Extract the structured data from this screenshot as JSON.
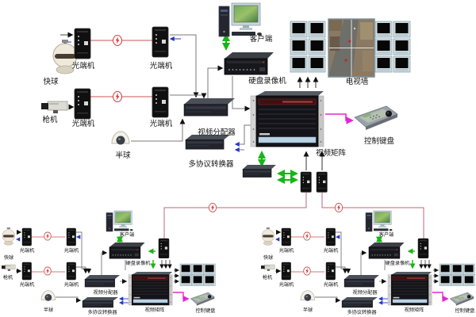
{
  "diagram": {
    "type": "cctv-surveillance-network-topology",
    "colors": {
      "fiber_link": "#d87878",
      "fiber_trunk": "#b86878",
      "network_green": "#17b517",
      "control_blue": "#2438c8",
      "keyboard_magenta": "#e625d2",
      "wire_gray": "#787878",
      "device_black": "#141418",
      "monitor_frame": "#cfdde2",
      "matrix_stripe_red": "#401010",
      "matrix_stripe_blue": "#b9d2e4"
    }
  },
  "main": {
    "speed_dome": "快球",
    "optical_tx_1": "光端机",
    "optical_tx_2": "光端机",
    "gun_camera": "枪机",
    "optical_tx_3": "光端机",
    "optical_tx_4": "光端机",
    "half_dome": "半球",
    "client": "客户端",
    "dvr": "硬盘录像机",
    "tv_wall": "电视墙",
    "distributor": "视频分配器",
    "converter": "多协议转换器",
    "matrix": "视频矩阵",
    "keyboard": "控制键盘"
  },
  "sub_left": {
    "speed_dome": "快球",
    "optical_tx_1": "光端机",
    "optical_tx_2": "光端机",
    "gun_camera": "枪机",
    "optical_tx_3": "光端机",
    "optical_tx_4": "光端机",
    "half_dome": "半球",
    "client": "客户端",
    "dvr": "硬盘录像机",
    "distributor": "视频分配器",
    "converter": "多协议转换器",
    "matrix": "视频矩阵",
    "keyboard": "控制键盘"
  },
  "sub_right": {
    "speed_dome": "快球",
    "optical_tx_1": "光端机",
    "optical_tx_2": "光端机",
    "gun_camera": "枪机",
    "optical_tx_3": "光端机",
    "optical_tx_4": "光端机",
    "half_dome": "半球",
    "client": "客户端",
    "dvr": "硬盘录像机",
    "distributor": "视频分配器",
    "converter": "多协议转换器",
    "matrix": "视频矩阵",
    "keyboard": "控制键盘"
  }
}
